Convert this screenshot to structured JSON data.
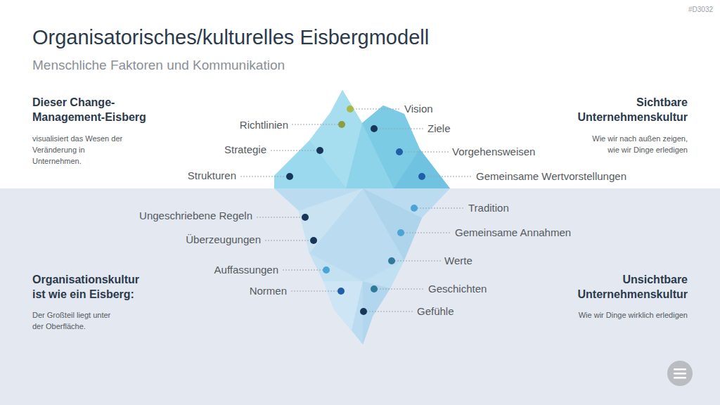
{
  "diagram": {
    "title": "Organisatorisches/kulturelles Eisbergmodell",
    "labels": [
      "#D3032",
      "Menschliche Faktoren und Kommunikation",
      "Dieser Change- Management-Eisberg",
      "visualisiert das Wesen der Veränderung in Unternehmen.",
      "Sichtbare Unternehmenskultur",
      "Wie wir nach außen zeigen, wie wir Dinge erledigen",
      "Organisationskultur ist wie ein Eisberg:",
      "Der Großteil liegt unter der Oberfläche.",
      "Unsichtbare Unternehmenskultur",
      "Wie wir Dinge wirklich erledigen",
      "Vision",
      "Richtlinien",
      "Ziele",
      "Strategie",
      "Vorgehensweisen",
      "Strukturen",
      "Gemeinsame Wertvorstellungen",
      "Tradition",
      "Ungeschriebene Regeln",
      "Gemeinsame Annahmen",
      "Überzeugungen",
      "Werte",
      "Auffassungen",
      "Geschichten",
      "Normen",
      "Gefühle"
    ]
  }
}
